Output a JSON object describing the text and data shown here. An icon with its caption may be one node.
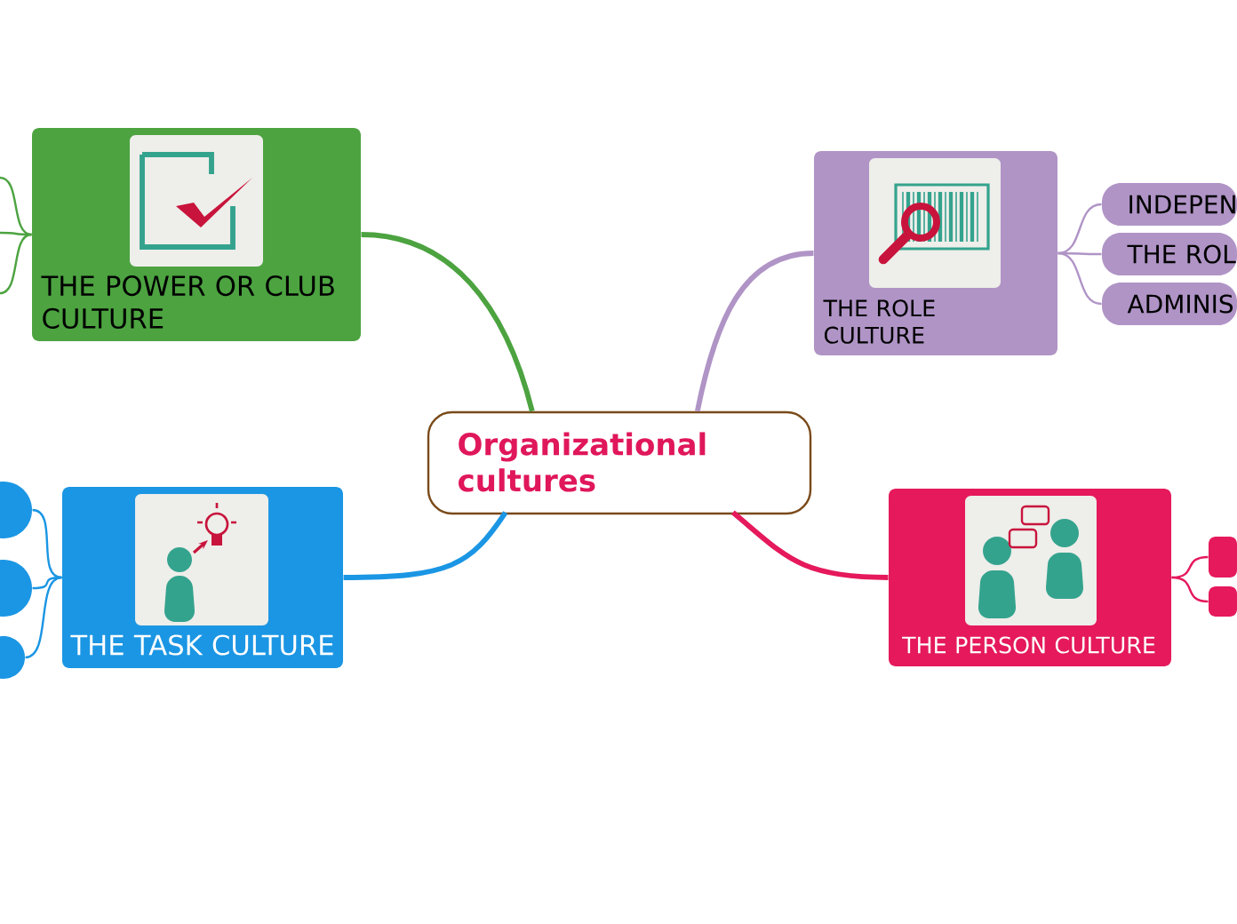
{
  "diagram": {
    "nodes": [
      {
        "text": [
          "Organizational cultures"
        ]
      },
      {
        "text": [
          "THE POWER OR CLUB CULTURE"
        ]
      },
      {
        "text": [
          "THE ROLE CULTURE"
        ]
      },
      {
        "text": [
          "THE TASK CULTURE"
        ]
      },
      {
        "text": [
          "THE PERSON CULTURE"
        ]
      },
      {
        "text": [
          "INDEPEN"
        ]
      },
      {
        "text": [
          "THE ROL"
        ]
      },
      {
        "text": [
          "ADMINIS"
        ]
      },
      {
        "text": [],
        "shape": "circle"
      },
      {
        "text": [],
        "shape": "circle"
      },
      {
        "text": [],
        "shape": "circle"
      },
      {
        "text": [],
        "shape": "box"
      },
      {
        "text": [],
        "shape": "box"
      }
    ],
    "edges": [
      {
        "from": 0,
        "to": 1,
        "arrow": "none",
        "style": "thick",
        "color": "#4ca340"
      },
      {
        "from": 0,
        "to": 2,
        "arrow": "none",
        "style": "thick",
        "color": "#b094c6"
      },
      {
        "from": 0,
        "to": 3,
        "arrow": "none",
        "style": "thick",
        "color": "#1b96e4"
      },
      {
        "from": 0,
        "to": 4,
        "arrow": "none",
        "style": "thick",
        "color": "#e5195c"
      },
      {
        "from": 2,
        "to": 5,
        "arrow": "none",
        "color": "#b094c6"
      },
      {
        "from": 2,
        "to": 6,
        "arrow": "none",
        "color": "#b094c6"
      },
      {
        "from": 2,
        "to": 7,
        "arrow": "none",
        "color": "#b094c6"
      },
      {
        "from": 3,
        "to": 8,
        "arrow": "none",
        "color": "#1b96e4"
      },
      {
        "from": 3,
        "to": 9,
        "arrow": "none",
        "color": "#1b96e4"
      },
      {
        "from": 3,
        "to": 10,
        "arrow": "none",
        "color": "#1b96e4"
      },
      {
        "from": 4,
        "to": 11,
        "arrow": "none",
        "color": "#e5195c"
      },
      {
        "from": 4,
        "to": 12,
        "arrow": "none",
        "color": "#e5195c"
      },
      {
        "from": null,
        "to": 1,
        "arrow": "none",
        "color": "#4ca340"
      },
      {
        "from": null,
        "to": 1,
        "arrow": "none",
        "color": "#4ca340"
      },
      {
        "from": null,
        "to": 1,
        "arrow": "none",
        "color": "#4ca340"
      }
    ]
  }
}
